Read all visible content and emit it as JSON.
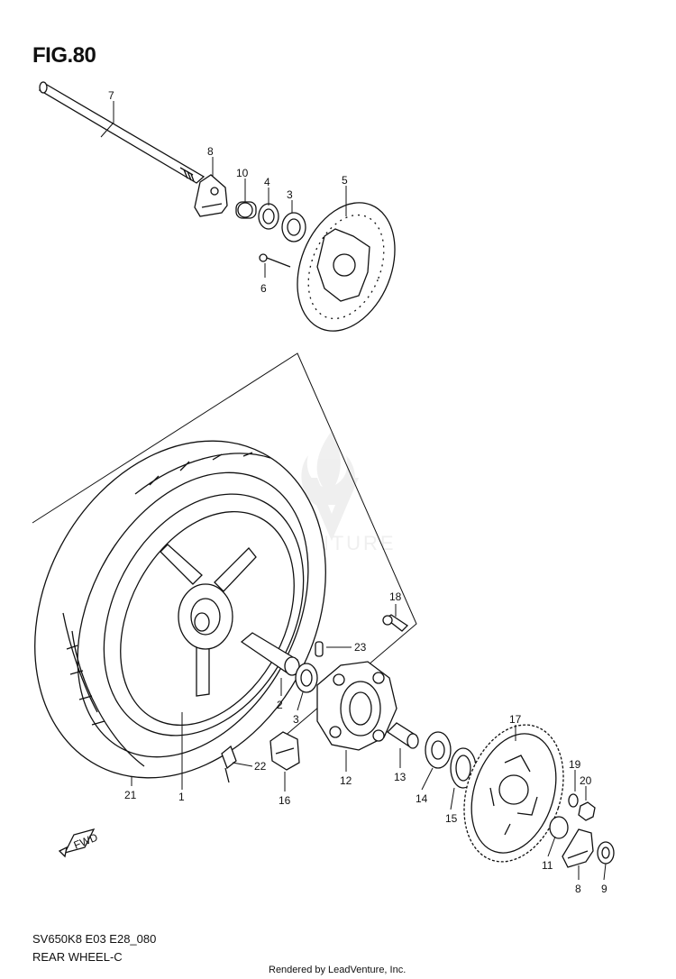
{
  "figure": {
    "title": "FIG.80"
  },
  "watermark": {
    "text": "LEADVENTURE"
  },
  "fwd_label": "FWD",
  "callouts": [
    "7",
    "8",
    "10",
    "4",
    "3",
    "5",
    "6",
    "18",
    "23",
    "2",
    "3",
    "12",
    "13",
    "14",
    "15",
    "16",
    "22",
    "1",
    "21",
    "17",
    "19",
    "20",
    "11",
    "8",
    "9"
  ],
  "footer": {
    "model_code": "SV650K8 E03 E28_080",
    "section_name": "REAR WHEEL-C",
    "credit": "Rendered by LeadVenture, Inc."
  }
}
